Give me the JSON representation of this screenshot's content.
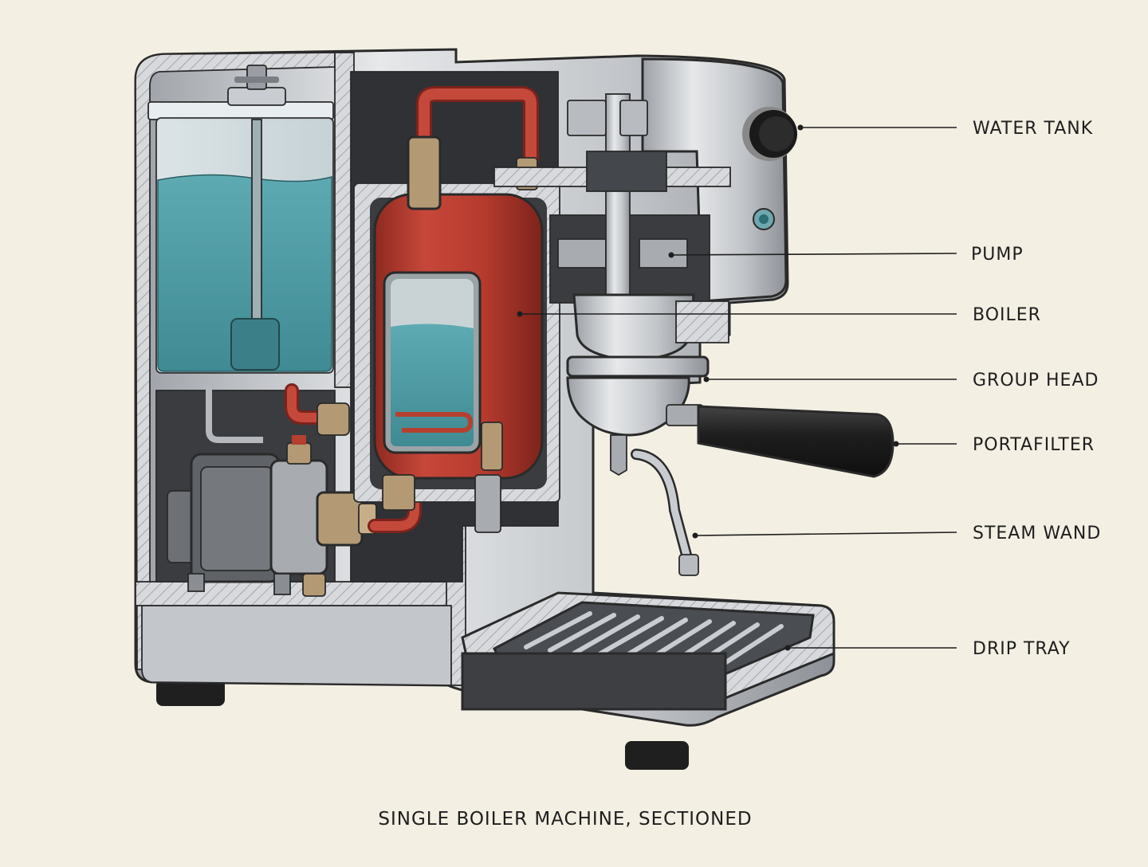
{
  "diagram": {
    "caption": "SINGLE BOILER MACHINE, SECTIONED",
    "labels": {
      "water_tank": "WATER TANK",
      "pump": "PUMP",
      "boiler": "BOILER",
      "group_head": "GROUP HEAD",
      "portafilter": "PORTAFILTER",
      "steam_wand": "STEAM WAND",
      "drip_tray": "DRIP TRAY"
    },
    "colors": {
      "background": "#f3efe3",
      "water": "#4f9da6",
      "boiler": "#b8392c",
      "copper_pipe": "#b5402f",
      "steel": "#c9ccd0",
      "dark_steel": "#4a4d52",
      "brass": "#b39a75"
    }
  }
}
